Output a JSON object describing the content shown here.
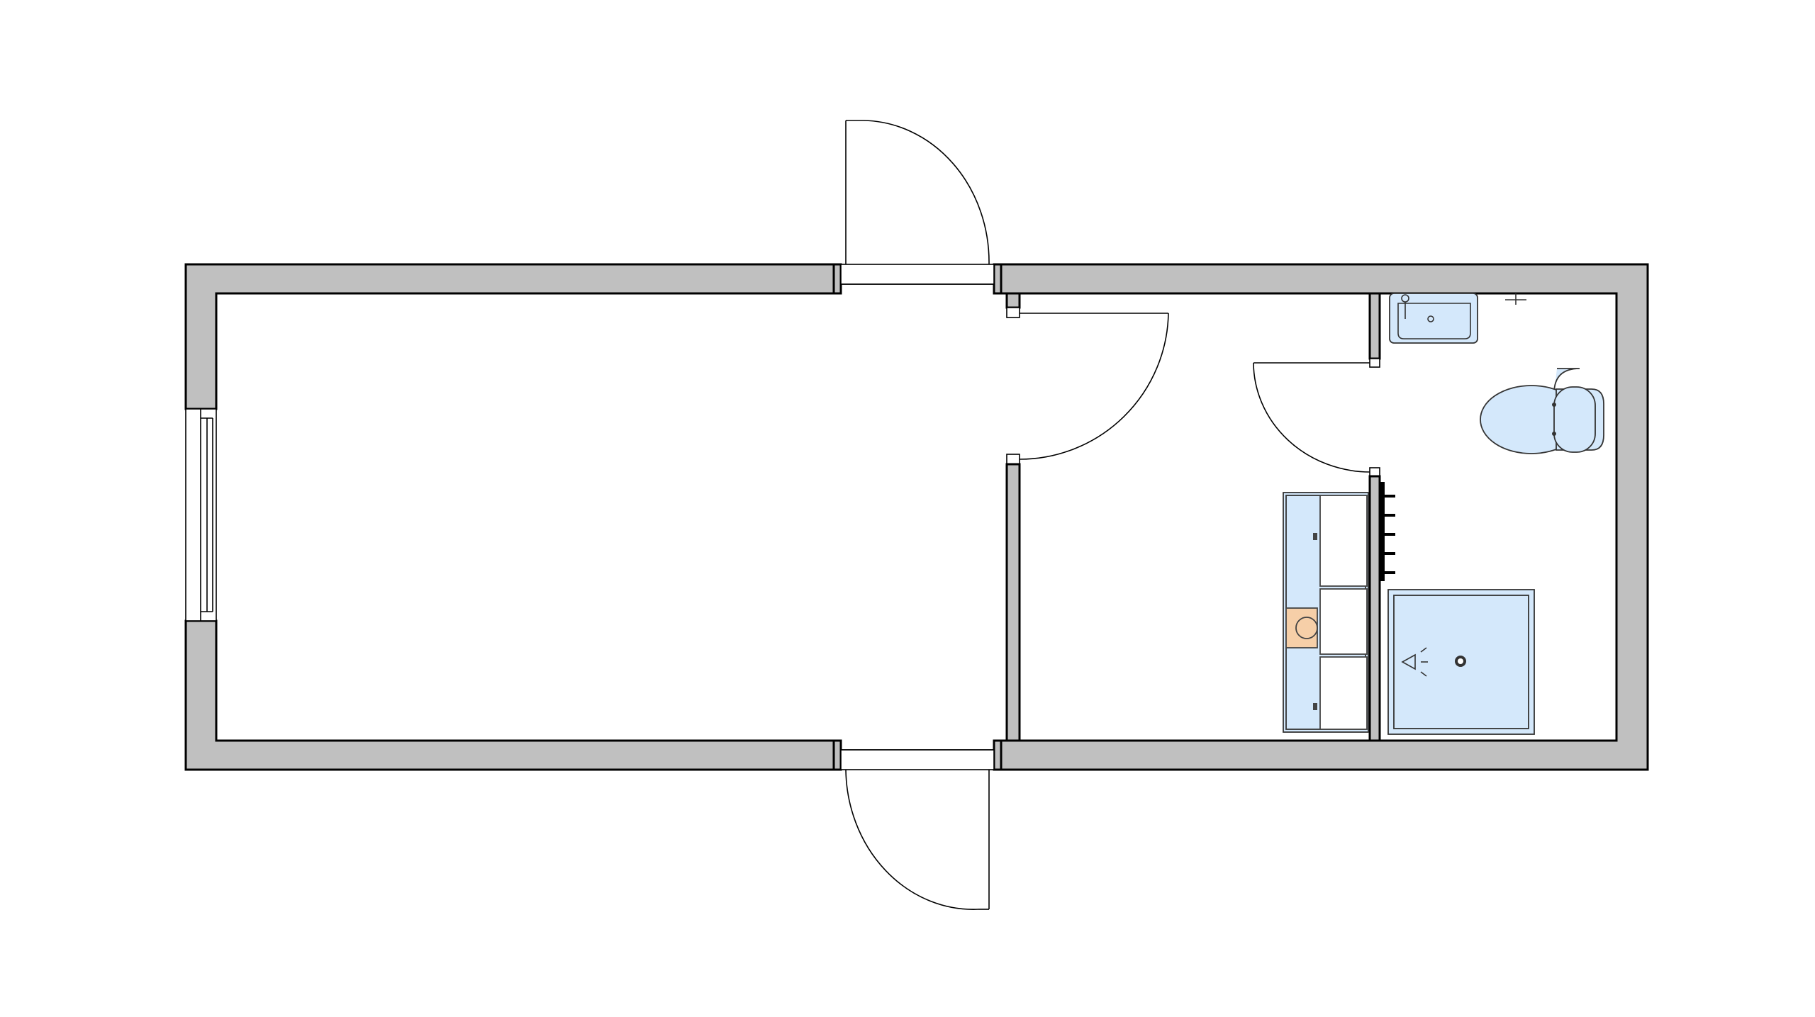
{
  "drawing": {
    "background": "#ffffff",
    "wall_fill": "#c0c0c0",
    "fixture_fill": "#d4e8fb",
    "sink_fill": "#f6cfa8",
    "line_color": "#000000"
  },
  "rooms": [
    "main-room",
    "middle-room",
    "bathroom"
  ],
  "icons": [
    "door-swing-icon",
    "window-icon",
    "toilet-icon",
    "washbasin-icon",
    "shower-tray-icon",
    "kitchenette-icon",
    "radiator-icon"
  ]
}
